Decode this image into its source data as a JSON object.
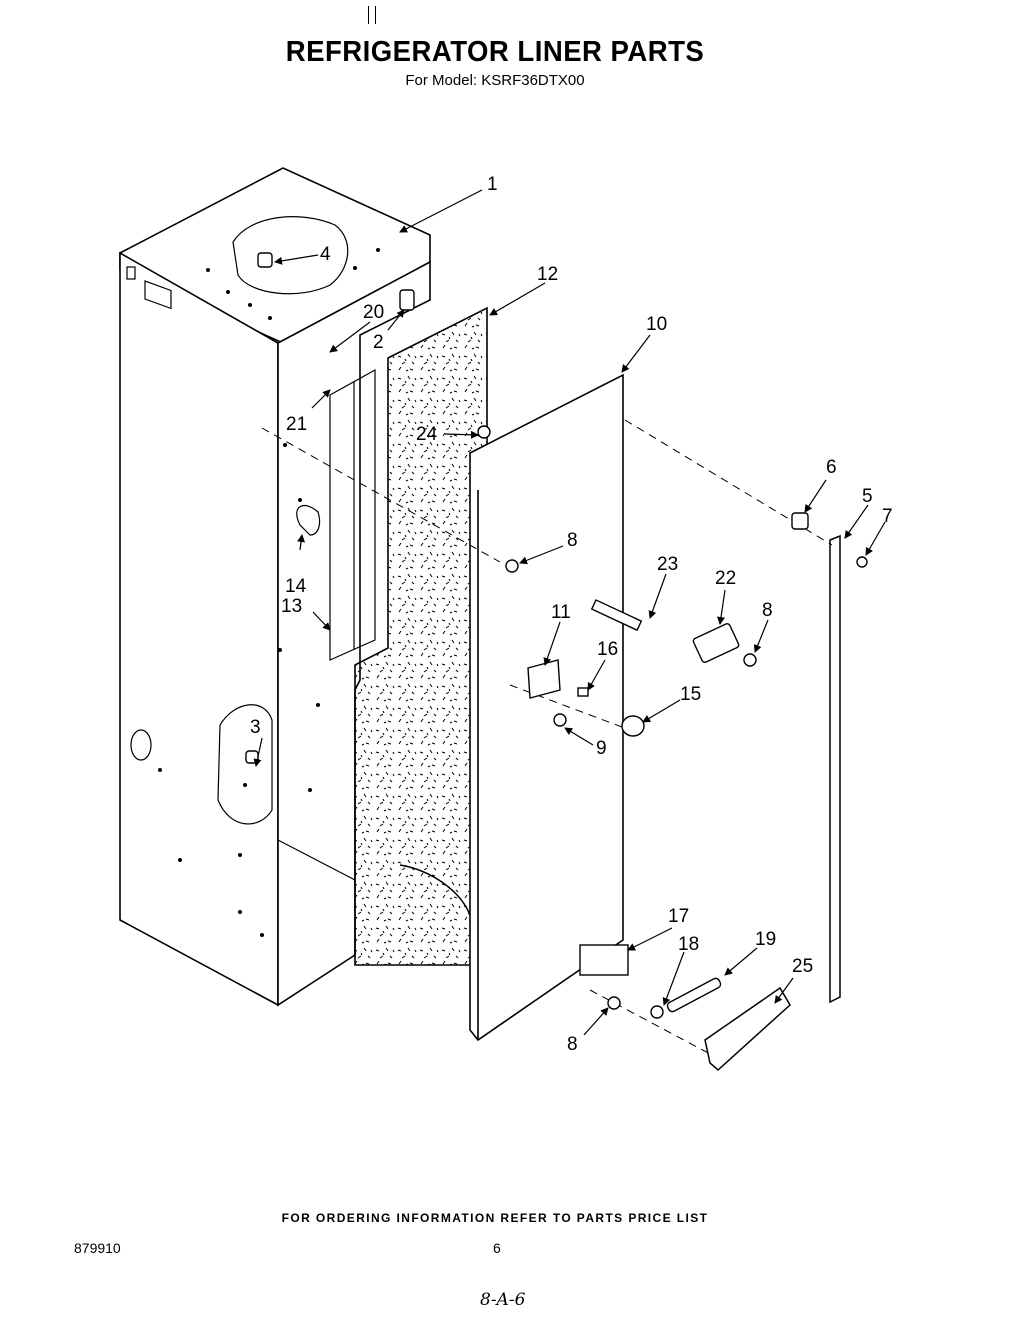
{
  "header": {
    "title": "REFRIGERATOR LINER PARTS",
    "subtitle": "For Model: KSRF36DTX00"
  },
  "callouts": {
    "c1": "1",
    "c2": "2",
    "c3": "3",
    "c4": "4",
    "c5": "5",
    "c6": "6",
    "c7": "7",
    "c8a": "8",
    "c8b": "8",
    "c8c": "8",
    "c9": "9",
    "c10": "10",
    "c11": "11",
    "c12": "12",
    "c13": "13",
    "c14": "14",
    "c15": "15",
    "c16": "16",
    "c17": "17",
    "c18": "18",
    "c19": "19",
    "c20": "20",
    "c21": "21",
    "c22": "22",
    "c23": "23",
    "c24": "24",
    "c25": "25"
  },
  "footer": {
    "note": "FOR ORDERING INFORMATION REFER TO PARTS PRICE LIST",
    "doc_number": "879910",
    "page_number": "6",
    "handwritten": "8-A-6"
  }
}
